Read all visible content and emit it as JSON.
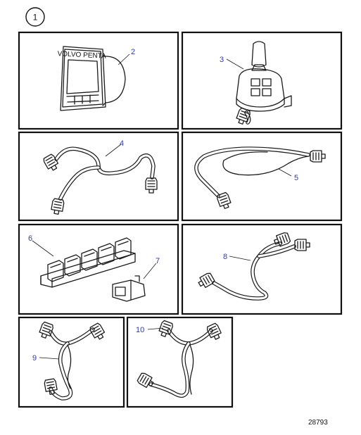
{
  "diagram": {
    "group_marker": "1",
    "reference_number": "28793",
    "brand_label": "VOLVO PENTA",
    "callouts": {
      "display": "2",
      "joystick": "3",
      "harness_a": "4",
      "harness_b": "5",
      "terminator_block": "6",
      "terminator_plug": "7",
      "harness_c": "8",
      "y_split_a": "9",
      "y_split_b": "10"
    }
  }
}
